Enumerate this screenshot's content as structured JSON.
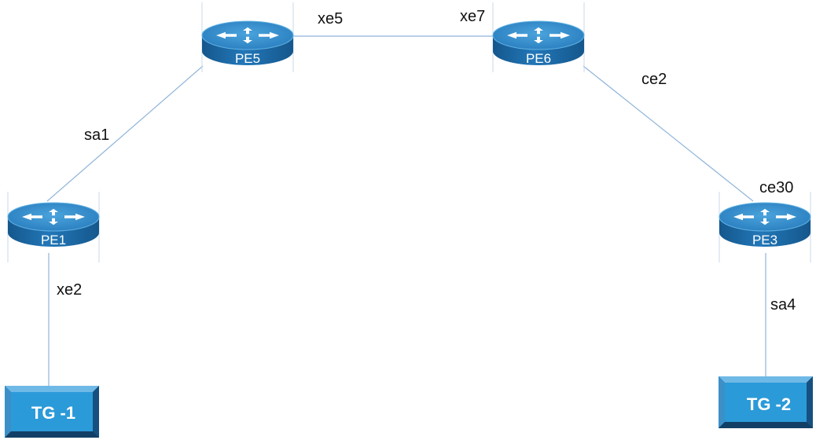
{
  "colors": {
    "router_top": "#2f8bcb",
    "router_side": "#1a6aa8",
    "link": "#8fb4d9",
    "tg_fill": "#2b9ad8",
    "tg_border": "#1d5f91"
  },
  "icons": {
    "router": "router-icon",
    "traffic_generator": "traffic-generator-icon"
  },
  "routers": [
    {
      "id": "pe5",
      "label": "PE5"
    },
    {
      "id": "pe6",
      "label": "PE6"
    },
    {
      "id": "pe1",
      "label": "PE1"
    },
    {
      "id": "pe3",
      "label": "PE3"
    }
  ],
  "traffic_generators": [
    {
      "id": "tg1",
      "label": "TG -1"
    },
    {
      "id": "tg2",
      "label": "TG -2"
    }
  ],
  "links": [
    {
      "from": "pe5",
      "to": "pe6",
      "labels": [
        "xe5",
        "xe7"
      ]
    },
    {
      "from": "pe5",
      "to": "pe1",
      "labels": [
        "sa1"
      ]
    },
    {
      "from": "pe6",
      "to": "pe3",
      "labels": [
        "ce2",
        "ce30"
      ]
    },
    {
      "from": "pe1",
      "to": "tg1",
      "labels": [
        "xe2"
      ]
    },
    {
      "from": "pe3",
      "to": "tg2",
      "labels": [
        "sa4"
      ]
    }
  ],
  "port_labels": {
    "xe5": "xe5",
    "xe7": "xe7",
    "sa1": "sa1",
    "ce2": "ce2",
    "ce30": "ce30",
    "xe2": "xe2",
    "sa4": "sa4"
  }
}
